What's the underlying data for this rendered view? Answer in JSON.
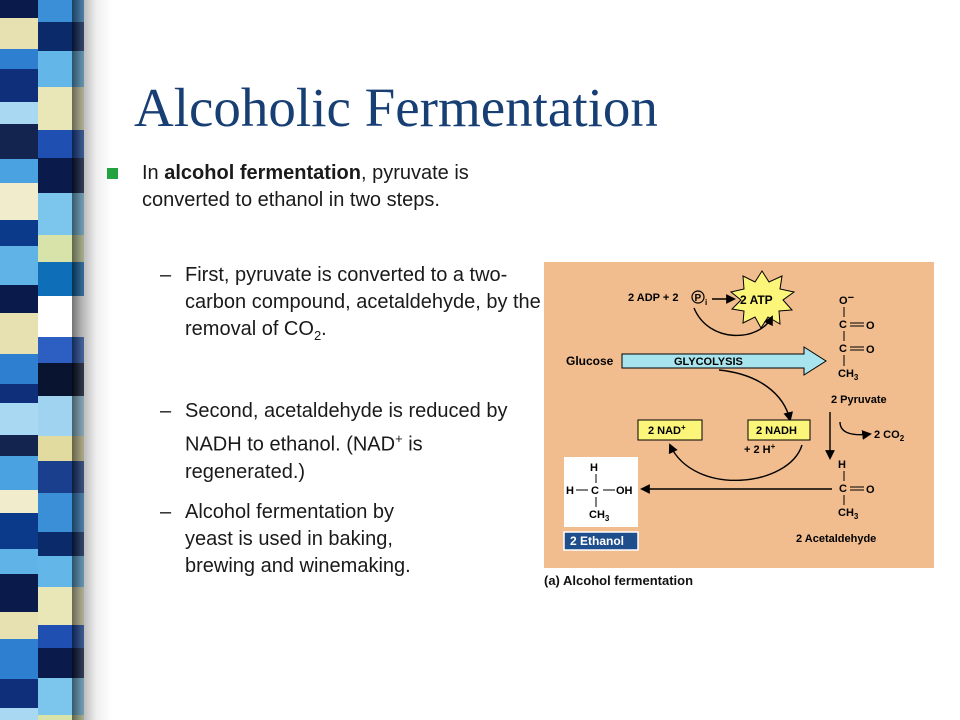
{
  "slide": {
    "title": "Alcoholic Fermentation",
    "bullet1": {
      "prefix": "In ",
      "bold": "alcohol fermentation",
      "rest": ", pyruvate is converted to ethanol in two steps."
    },
    "sub1": {
      "dash": "–",
      "text": "First, pyruvate is converted to a two-carbon compound, acetaldehyde, by the removal of CO",
      "sub": "2",
      "end": "."
    },
    "sub2": {
      "dash": "–",
      "text": "Second, acetaldehyde is reduced by NADH to ethanol. (NAD",
      "sup": "+",
      "end": " is regenerated.)"
    },
    "sub3": {
      "dash": "–",
      "text": "Alcohol fermentation by yeast is used in baking, brewing and winemaking."
    }
  },
  "diagram": {
    "caption": "(a) Alcohol fermentation",
    "adp": "2 ADP + 2",
    "pi": "P",
    "pi_sub": "i",
    "atp": "2 ATP",
    "glucose": "Glucose",
    "glycolysis": "GLYCOLYSIS",
    "nad": "2 NAD",
    "nad_sup": "+",
    "nadh": "2 NADH",
    "h_plus": "+ 2 H",
    "h_sup": "+",
    "co2": "2 CO",
    "co2_sub": "2",
    "pyruvate": "2 Pyruvate",
    "acetaldehyde": "2 Acetaldehyde",
    "ethanol": "2 Ethanol",
    "pyr_o_minus": "O",
    "pyr_minus": "−",
    "atom_c": "C",
    "atom_o": "O",
    "atom_h": "H",
    "atom_oh": "OH",
    "atom_ch": "CH",
    "ch3_sub": "3",
    "colors": {
      "panel": "#f1bd8f",
      "highlight": "#fbf57a",
      "arrow": "#a8e4ee",
      "label_bg": "#1f4e8c"
    }
  }
}
